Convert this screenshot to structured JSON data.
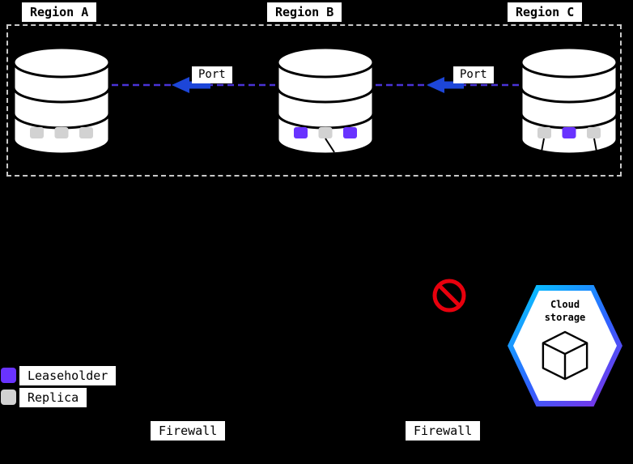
{
  "diagram": {
    "title": "multi-region database replication diagram",
    "regions": [
      {
        "label": "Region A",
        "replica_types": [
          "replica",
          "replica",
          "replica"
        ]
      },
      {
        "label": "Region B",
        "replica_types": [
          "leaseholder",
          "replica",
          "leaseholder"
        ]
      },
      {
        "label": "Region C",
        "replica_types": [
          "replica",
          "leaseholder",
          "replica"
        ]
      }
    ],
    "connections": [
      {
        "label": "Port",
        "style": "dashed",
        "arrow_direction": "left",
        "from": "Region B",
        "to": "Region A"
      },
      {
        "label": "Port",
        "style": "dashed",
        "arrow_direction": "left",
        "from": "Region C",
        "to": "Region B"
      }
    ],
    "firewalls": [
      {
        "label": "Firewall"
      },
      {
        "label": "Firewall"
      }
    ],
    "legend": {
      "items": [
        {
          "label": "Leaseholder",
          "color": "#6933ff"
        },
        {
          "label": "Replica",
          "color": "#d2d2d2"
        }
      ]
    },
    "cloud_storage": {
      "label": "Cloud storage"
    },
    "blocked_icon": "no-entry-sign",
    "colors": {
      "background": "#000000",
      "dashed_link": "#4a33d6",
      "arrow": "#1d46d8",
      "leaseholder": "#6933ff",
      "replica": "#d2d2d2",
      "blocked": "#e8000d",
      "hex_gradient_start": "#00d2ff",
      "hex_gradient_end": "#8a2be2",
      "boundary_dash": "#c9c9c9"
    }
  }
}
